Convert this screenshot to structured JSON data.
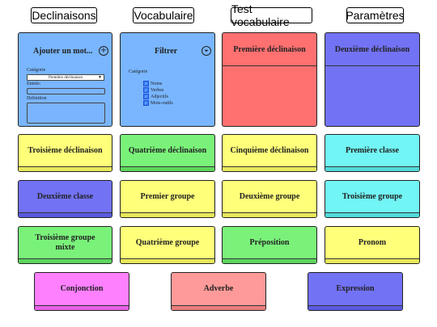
{
  "tabs": [
    "Declinaisons",
    "Vocabulaire",
    "Test vocabulaire",
    "Paramètres"
  ],
  "add_panel": {
    "title": "Ajouter un mot...",
    "category_label": "Catégorie",
    "category_value": "Première déclinaison",
    "entry_label": "Entrée:",
    "definition_label": "Definition"
  },
  "filter_panel": {
    "title": "Filtrer",
    "category_label": "Catégorie",
    "options": [
      "Noms",
      "Verbes",
      "Adjectifs",
      "Mots-outils"
    ]
  },
  "big_cards": {
    "premiere_declinaison": "Première déclinaison",
    "deuxieme_declinaison": "Deuxième déclinaison"
  },
  "cards": [
    "Troisième déclinaison",
    "Quatrième déclinaison",
    "Cinquième déclinaison",
    "Première classe",
    "Deuxième classe",
    "Premier groupe",
    "Deuxième groupe",
    "Troisième groupe",
    "Troisième groupe mixte",
    "Quatrième groupe",
    "Préposition",
    "Pronom",
    "Conjonction",
    "Adverbe",
    "Expression"
  ],
  "colors": {
    "blue": "#79b6ff",
    "blue_strip": "#5e9ee6",
    "red": "#ff7070",
    "red_strip": "#e85858",
    "purple": "#7272f5",
    "purple_strip": "#5a5ae0",
    "yellow": "#ffff7a",
    "yellow_strip": "#e8e85a",
    "green": "#7af27a",
    "green_strip": "#5cd65c",
    "cyan": "#72f5f5",
    "cyan_strip": "#52dada",
    "magenta": "#ff80ff",
    "magenta_strip": "#e660e6",
    "salmon": "#ff9a9a",
    "salmon_strip": "#e87c7c"
  },
  "icons": {
    "add": "plus-circle",
    "filter": "filter-funnel"
  }
}
